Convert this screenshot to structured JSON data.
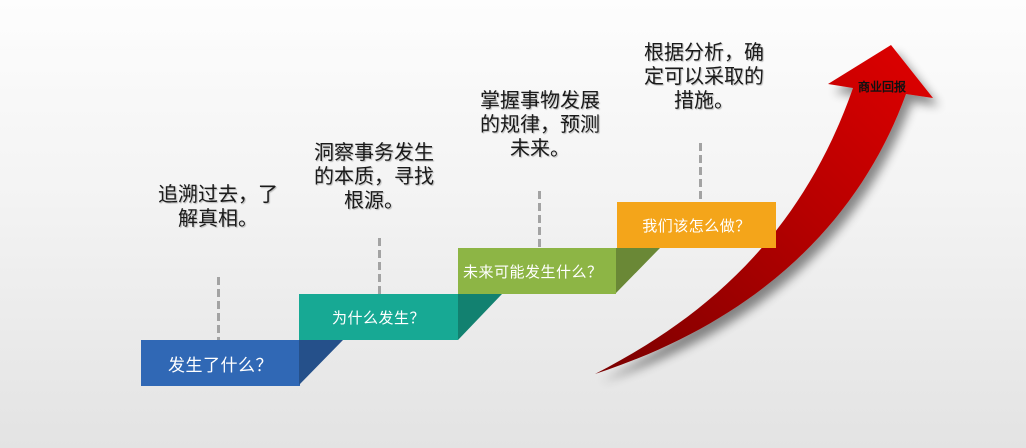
{
  "diagram": {
    "type": "staircase-process",
    "background": {
      "top": "#fdfdfd",
      "bottom": "#e3e3e3"
    },
    "steps": [
      {
        "label": "发生了什么？",
        "description_lines": [
          "追溯过去，了",
          "解真相。"
        ],
        "color": "#3068b5",
        "fold_color": "#25508a"
      },
      {
        "label": "为什么发生？",
        "description_lines": [
          "洞察事务发生",
          "的本质，寻找",
          "根源。"
        ],
        "color": "#17a994",
        "fold_color": "#128170"
      },
      {
        "label": "未来可能发生什么？",
        "description_lines": [
          "掌握事物发展",
          "的规律，预测",
          "未来。"
        ],
        "color": "#8db545",
        "fold_color": "#6a8836"
      },
      {
        "label": "我们该怎么做？",
        "description_lines": [
          "根据分析，确",
          "定可以采取的",
          "措施。"
        ],
        "color": "#f4a51a",
        "fold_color": "#c8861a"
      }
    ],
    "arrow": {
      "label": "商业回报",
      "color": "#d40000",
      "dark_color": "#8a0000"
    }
  }
}
